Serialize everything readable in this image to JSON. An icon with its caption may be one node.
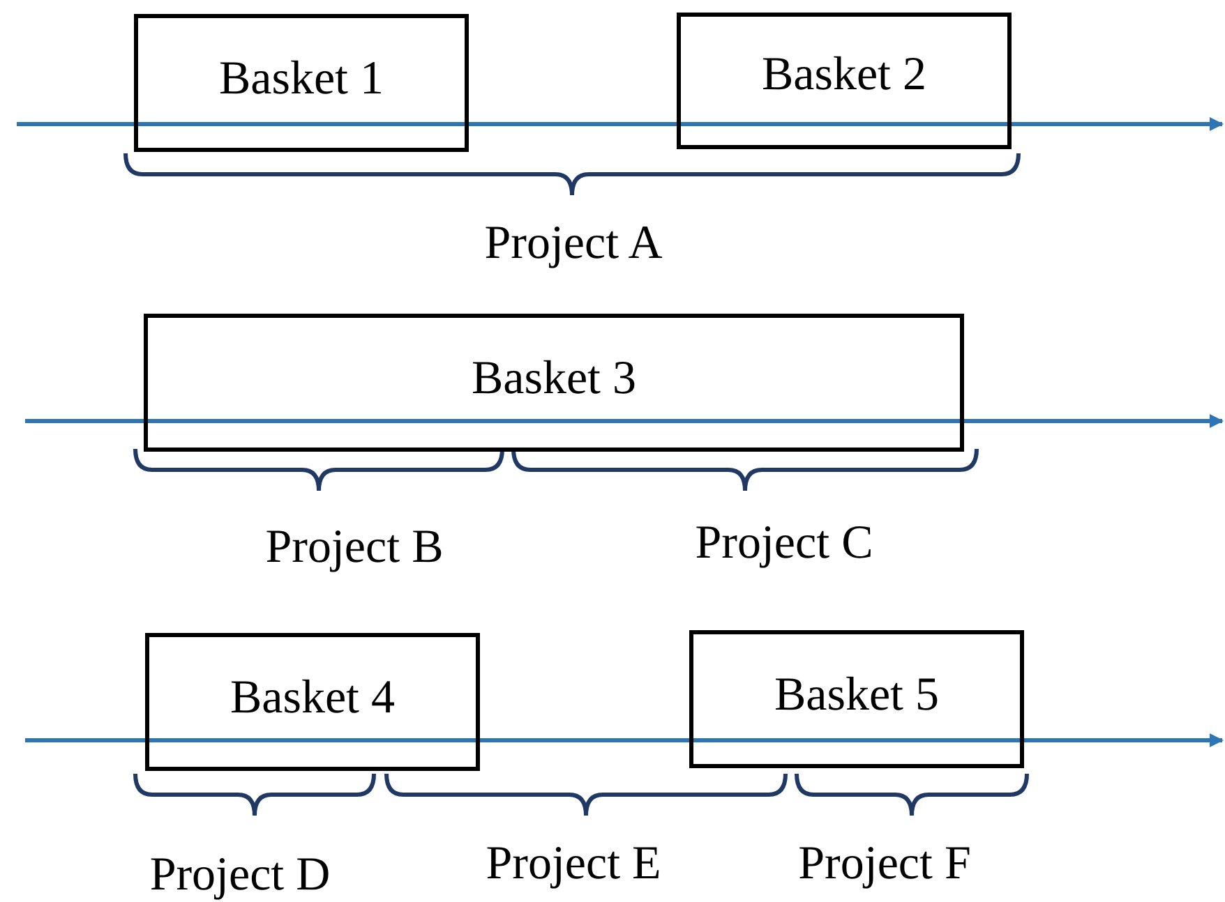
{
  "diagram": {
    "nodes": [
      {
        "text": [
          "Basket 1"
        ]
      },
      {
        "text": [
          "Basket 2"
        ]
      },
      {
        "text": [
          "Basket 3"
        ]
      },
      {
        "text": [
          "Basket 4"
        ]
      },
      {
        "text": [
          "Basket 5"
        ]
      }
    ],
    "labels": [
      "Project A",
      "Project B",
      "Project C",
      "Project D",
      "Project E",
      "Project F"
    ]
  }
}
